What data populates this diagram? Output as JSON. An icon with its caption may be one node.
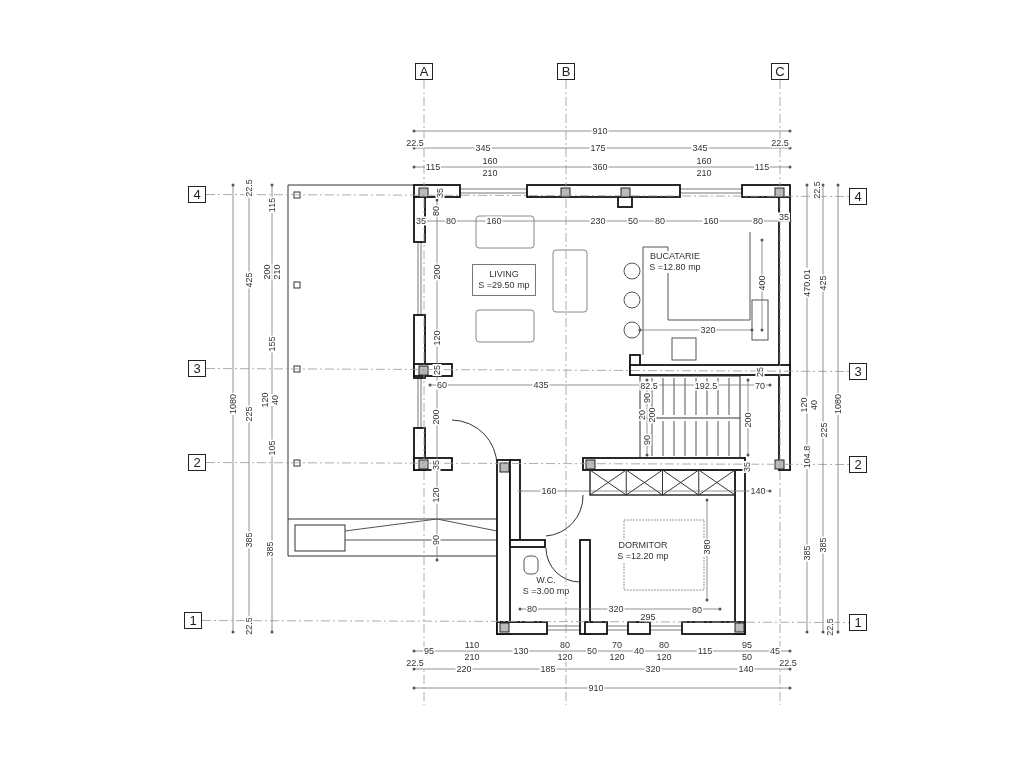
{
  "diagram": {
    "nodes": [
      {
        "text": [
          "A"
        ]
      },
      {
        "text": [
          "B"
        ]
      },
      {
        "text": [
          "C"
        ]
      },
      {
        "text": [
          "4"
        ]
      },
      {
        "text": [
          "4"
        ]
      },
      {
        "text": [
          "LIVING",
          "S =29.50 mp"
        ]
      },
      {
        "text": [
          "BUCATARIE",
          "S =12.80 mp"
        ]
      },
      {
        "text": [
          "3"
        ]
      },
      {
        "text": [
          "3"
        ]
      },
      {
        "text": [
          "2"
        ]
      },
      {
        "text": [
          "2"
        ]
      },
      {
        "text": [
          "DORMITOR",
          "S =12.20 mp"
        ]
      },
      {
        "text": [
          "W.C.",
          "S =3.00 mp"
        ]
      },
      {
        "text": [
          "1"
        ]
      },
      {
        "text": [
          "1"
        ]
      }
    ],
    "edges": [
      {
        "from": 0,
        "to": null,
        "arrow": "none",
        "style": "dashed"
      },
      {
        "from": 1,
        "to": null,
        "arrow": "none",
        "style": "dashed"
      },
      {
        "from": 2,
        "to": null,
        "arrow": "none",
        "style": "dashed"
      },
      {
        "from": 3,
        "to": 4,
        "arrow": "none",
        "style": "dashed"
      },
      {
        "from": 7,
        "to": 8,
        "arrow": "none",
        "style": "dashed"
      },
      {
        "from": 9,
        "to": 10,
        "arrow": "none",
        "style": "dashed"
      },
      {
        "from": 13,
        "to": 14,
        "arrow": "none",
        "style": "dashed"
      }
    ],
    "labels": [
      "910",
      "22.5",
      "345",
      "175",
      "345",
      "22.5",
      "115",
      "160",
      "210",
      "360",
      "160",
      "210",
      "115",
      "35",
      "35",
      "80",
      "80",
      "160",
      "230",
      "50",
      "80",
      "160",
      "80",
      "35",
      "22.5",
      "115",
      "425",
      "200",
      "210",
      "155",
      "1080",
      "225",
      "120",
      "40",
      "105",
      "385",
      "385",
      "22.5",
      "200",
      "120",
      "25",
      "60",
      "200",
      "35",
      "120",
      "90",
      "435",
      "82.5",
      "192.5",
      "70",
      "25",
      "90",
      "20",
      "200",
      "90",
      "200",
      "35",
      "160",
      "140",
      "400",
      "320",
      "22.5",
      "470.01",
      "425",
      "120",
      "40",
      "1080",
      "225",
      "104.8",
      "385",
      "385",
      "22.5",
      "380",
      "80",
      "320",
      "295",
      "80",
      "95",
      "110",
      "210",
      "130",
      "80",
      "120",
      "50",
      "70",
      "120",
      "40",
      "80",
      "120",
      "115",
      "95",
      "50",
      "45",
      "22.5",
      "220",
      "185",
      "320",
      "140",
      "22.5",
      "910"
    ]
  }
}
